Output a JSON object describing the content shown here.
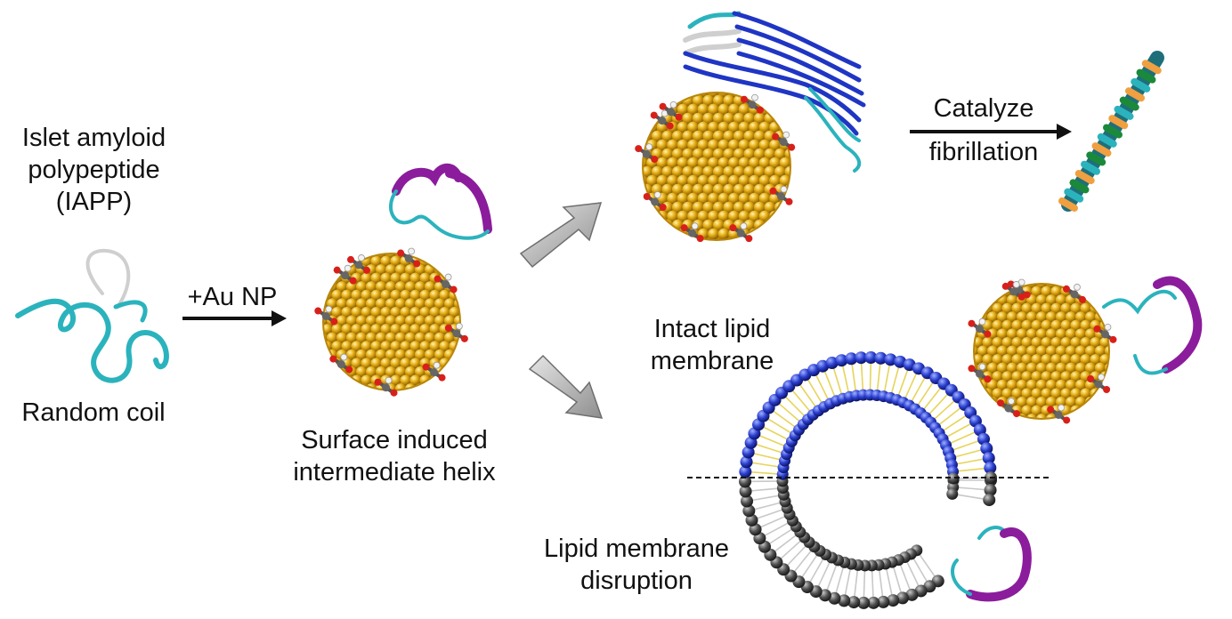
{
  "labels": {
    "iapp": [
      "Islet amyloid",
      "polypeptide",
      "(IAPP)"
    ],
    "random_coil": "Random coil",
    "add_au": "+Au NP",
    "surface_helix": [
      "Surface induced",
      "intermediate helix"
    ],
    "catalyze": [
      "Catalyze",
      "fibrillation"
    ],
    "intact": [
      "Intact lipid",
      "membrane"
    ],
    "disruption": [
      "Lipid membrane",
      "disruption"
    ]
  },
  "colors": {
    "gold": "#e9b21a",
    "gold_dark": "#b8860b",
    "helix": "#8b1c9c",
    "coil": "#2bb3bd",
    "sheet": "#1f35c4",
    "head_blue": "#2b3fd0",
    "head_gray": "#505050",
    "tail_yellow": "#e6d45a",
    "tail_gray": "#c8c8c8",
    "oxygen": "#d8201a",
    "carbon": "#555555",
    "arrow_gray": "#b4b4b4"
  }
}
